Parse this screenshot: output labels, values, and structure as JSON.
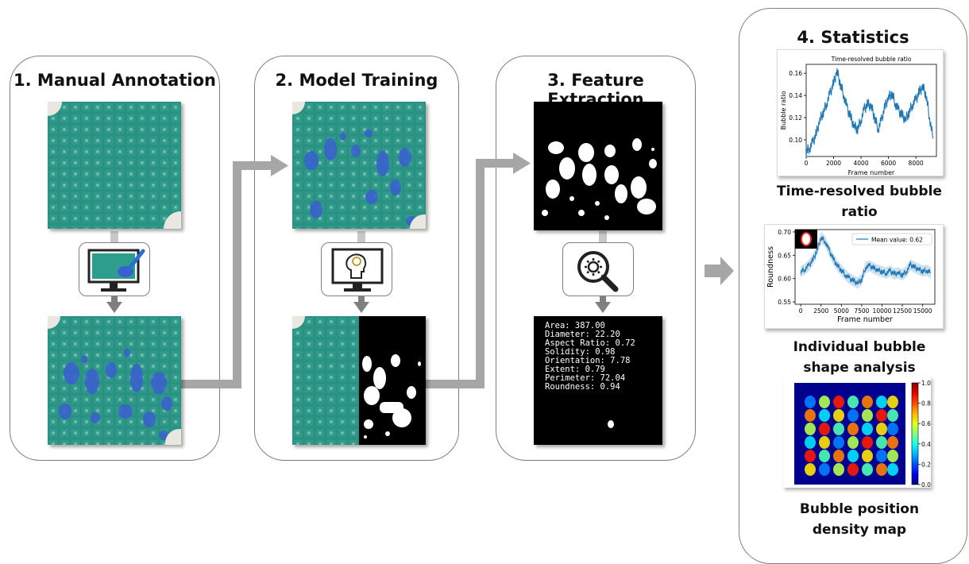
{
  "panels": [
    {
      "id": "manual",
      "title": "1. Manual Annotation"
    },
    {
      "id": "training",
      "title": "2. Model Training"
    },
    {
      "id": "extraction",
      "title": "3. Feature Extraction"
    },
    {
      "id": "statistics",
      "title": "4. Statistics"
    }
  ],
  "icons": {
    "annotate": "monitor-pen-icon",
    "train": "monitor-brain-icon",
    "extract": "magnifier-gear-icon"
  },
  "features": [
    "Area: 387.00",
    "Diameter: 22.20",
    "Aspect Ratio: 0.72",
    "Solidity: 0.98",
    "Orientation: 7.78",
    "Extent: 0.79",
    "Perimeter: 72.04",
    "Roundness: 0.94"
  ],
  "captions": {
    "ratio": "Time-resolved bubble ratio",
    "shape": "Individual bubble shape analysis",
    "density": "Bubble position density map"
  },
  "colors": {
    "series": "#1f77b4",
    "arrow": "#a6a6a6",
    "panel_border": "#7f7f7f",
    "photo": "#2e9e8c",
    "mask_overlay": "#3a5fd0"
  },
  "chart_data": [
    {
      "type": "line",
      "title": "Time-resolved bubble ratio",
      "xlabel": "Frame number",
      "ylabel": "Bubble ratio",
      "xlim": [
        0,
        9500
      ],
      "ylim": [
        0.085,
        0.168
      ],
      "xticks": [
        0,
        2000,
        4000,
        6000,
        8000
      ],
      "yticks": [
        0.1,
        0.12,
        0.14,
        0.16
      ],
      "series": [
        {
          "x": [
            0,
            250,
            500,
            750,
            1000,
            1250,
            1500,
            1750,
            2000,
            2250,
            2500,
            2750,
            3000,
            3250,
            3500,
            3750,
            4000,
            4250,
            4500,
            4750,
            5000,
            5250,
            5500,
            5750,
            6000,
            6250,
            6500,
            6750,
            7000,
            7250,
            7500,
            7750,
            8000,
            8250,
            8500,
            8750,
            9000,
            9250
          ],
          "y": [
            0.089,
            0.093,
            0.098,
            0.106,
            0.118,
            0.125,
            0.133,
            0.142,
            0.151,
            0.162,
            0.15,
            0.14,
            0.128,
            0.12,
            0.112,
            0.11,
            0.118,
            0.128,
            0.132,
            0.13,
            0.12,
            0.11,
            0.118,
            0.13,
            0.138,
            0.142,
            0.133,
            0.126,
            0.122,
            0.118,
            0.125,
            0.132,
            0.136,
            0.143,
            0.148,
            0.14,
            0.12,
            0.101
          ]
        }
      ]
    },
    {
      "type": "line",
      "xlabel": "Frame number",
      "ylabel": "Roundness",
      "xlim": [
        -700,
        16500
      ],
      "ylim": [
        0.545,
        0.705
      ],
      "xticks": [
        0,
        2500,
        5000,
        7500,
        10000,
        12500,
        15000
      ],
      "yticks": [
        0.55,
        0.6,
        0.65,
        0.7
      ],
      "legend": "Mean value: 0.62",
      "legend_position": "top-right",
      "series": [
        {
          "name": "Mean value: 0.62",
          "x": [
            0,
            500,
            1000,
            1500,
            2000,
            2500,
            3000,
            3500,
            4000,
            4500,
            5000,
            5500,
            6000,
            6500,
            7000,
            7500,
            8000,
            8500,
            9000,
            9500,
            10000,
            10500,
            11000,
            11500,
            12000,
            12500,
            13000,
            13500,
            14000,
            14500,
            15000,
            15500,
            16000
          ],
          "y": [
            0.615,
            0.62,
            0.628,
            0.64,
            0.66,
            0.688,
            0.68,
            0.66,
            0.642,
            0.628,
            0.618,
            0.608,
            0.6,
            0.595,
            0.59,
            0.598,
            0.625,
            0.627,
            0.622,
            0.618,
            0.615,
            0.612,
            0.616,
            0.61,
            0.612,
            0.608,
            0.615,
            0.63,
            0.624,
            0.62,
            0.616,
            0.618,
            0.612
          ],
          "band": 0.012
        }
      ]
    },
    {
      "type": "heatmap",
      "colorbar_ticks": [
        0.0,
        0.2,
        0.4,
        0.6,
        0.8,
        1.0
      ],
      "colormap": "jet",
      "vmin": 0.0,
      "vmax": 1.0
    }
  ]
}
